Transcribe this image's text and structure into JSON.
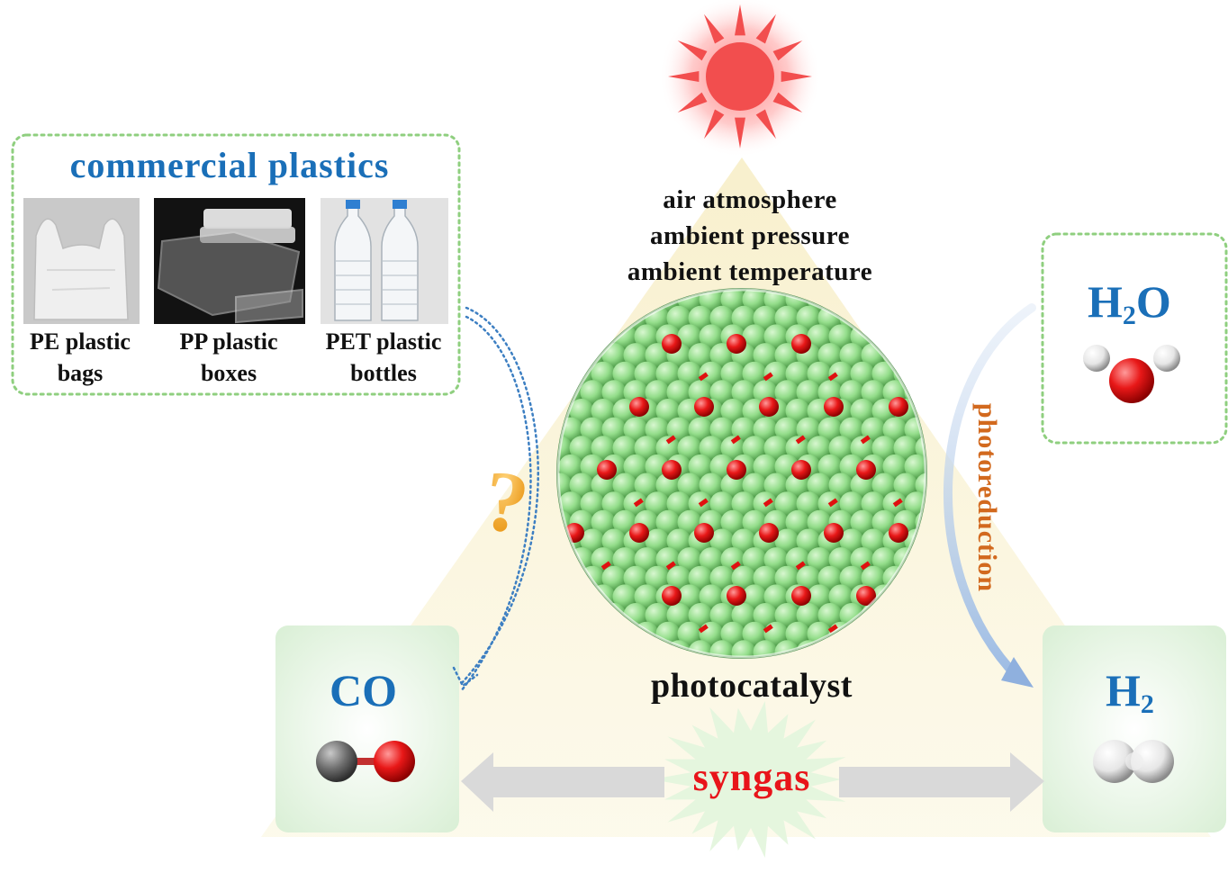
{
  "conditions": [
    "air atmosphere",
    "ambient pressure",
    "ambient temperature"
  ],
  "plastics": {
    "title": "commercial plastics",
    "items": [
      {
        "line1": "PE plastic",
        "line2": "bags"
      },
      {
        "line1": "PP plastic",
        "line2": "boxes"
      },
      {
        "line1": "PET plastic",
        "line2": "bottles"
      }
    ]
  },
  "reactant": {
    "base": "H",
    "sub": "2",
    "tail": "O"
  },
  "products": {
    "co": "CO",
    "h2": {
      "base": "H",
      "sub": "2"
    }
  },
  "catalyst_label": "photocatalyst",
  "process_label": "photoreduction",
  "output_label": "syngas",
  "question_mark": "?",
  "colors": {
    "title_blue": "#1a6fb8",
    "syngas_red": "#e8141a",
    "photoreduction_orange": "#d2691e",
    "sun_red": "#f24e4e",
    "sphere_green": "#8fdc8f",
    "oxygen_red": "#e01010",
    "box_border_green": "#8fcf7f",
    "arrow_gray": "#d9d9d9"
  }
}
